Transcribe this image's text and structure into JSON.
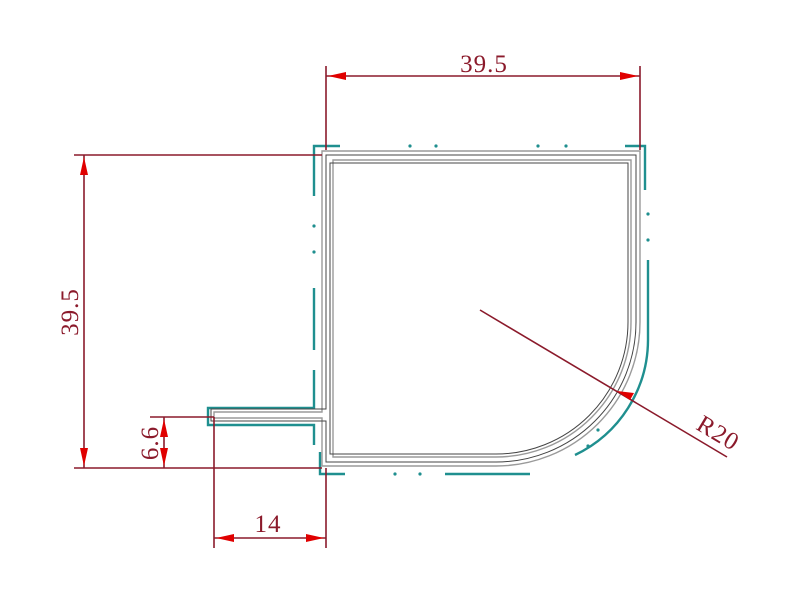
{
  "drawing": {
    "dimensions": {
      "top_width": "39.5",
      "left_height": "39.5",
      "flange_height": "6.6",
      "flange_width": "14",
      "corner_radius": "R20"
    },
    "colors": {
      "background": "#ffffff",
      "dimension": "#8b1a2b",
      "arrow": "#e00000",
      "profile_outer": "#1f8f8f",
      "profile_inner": "#9a9a9a",
      "profile_core": "#444444"
    }
  }
}
